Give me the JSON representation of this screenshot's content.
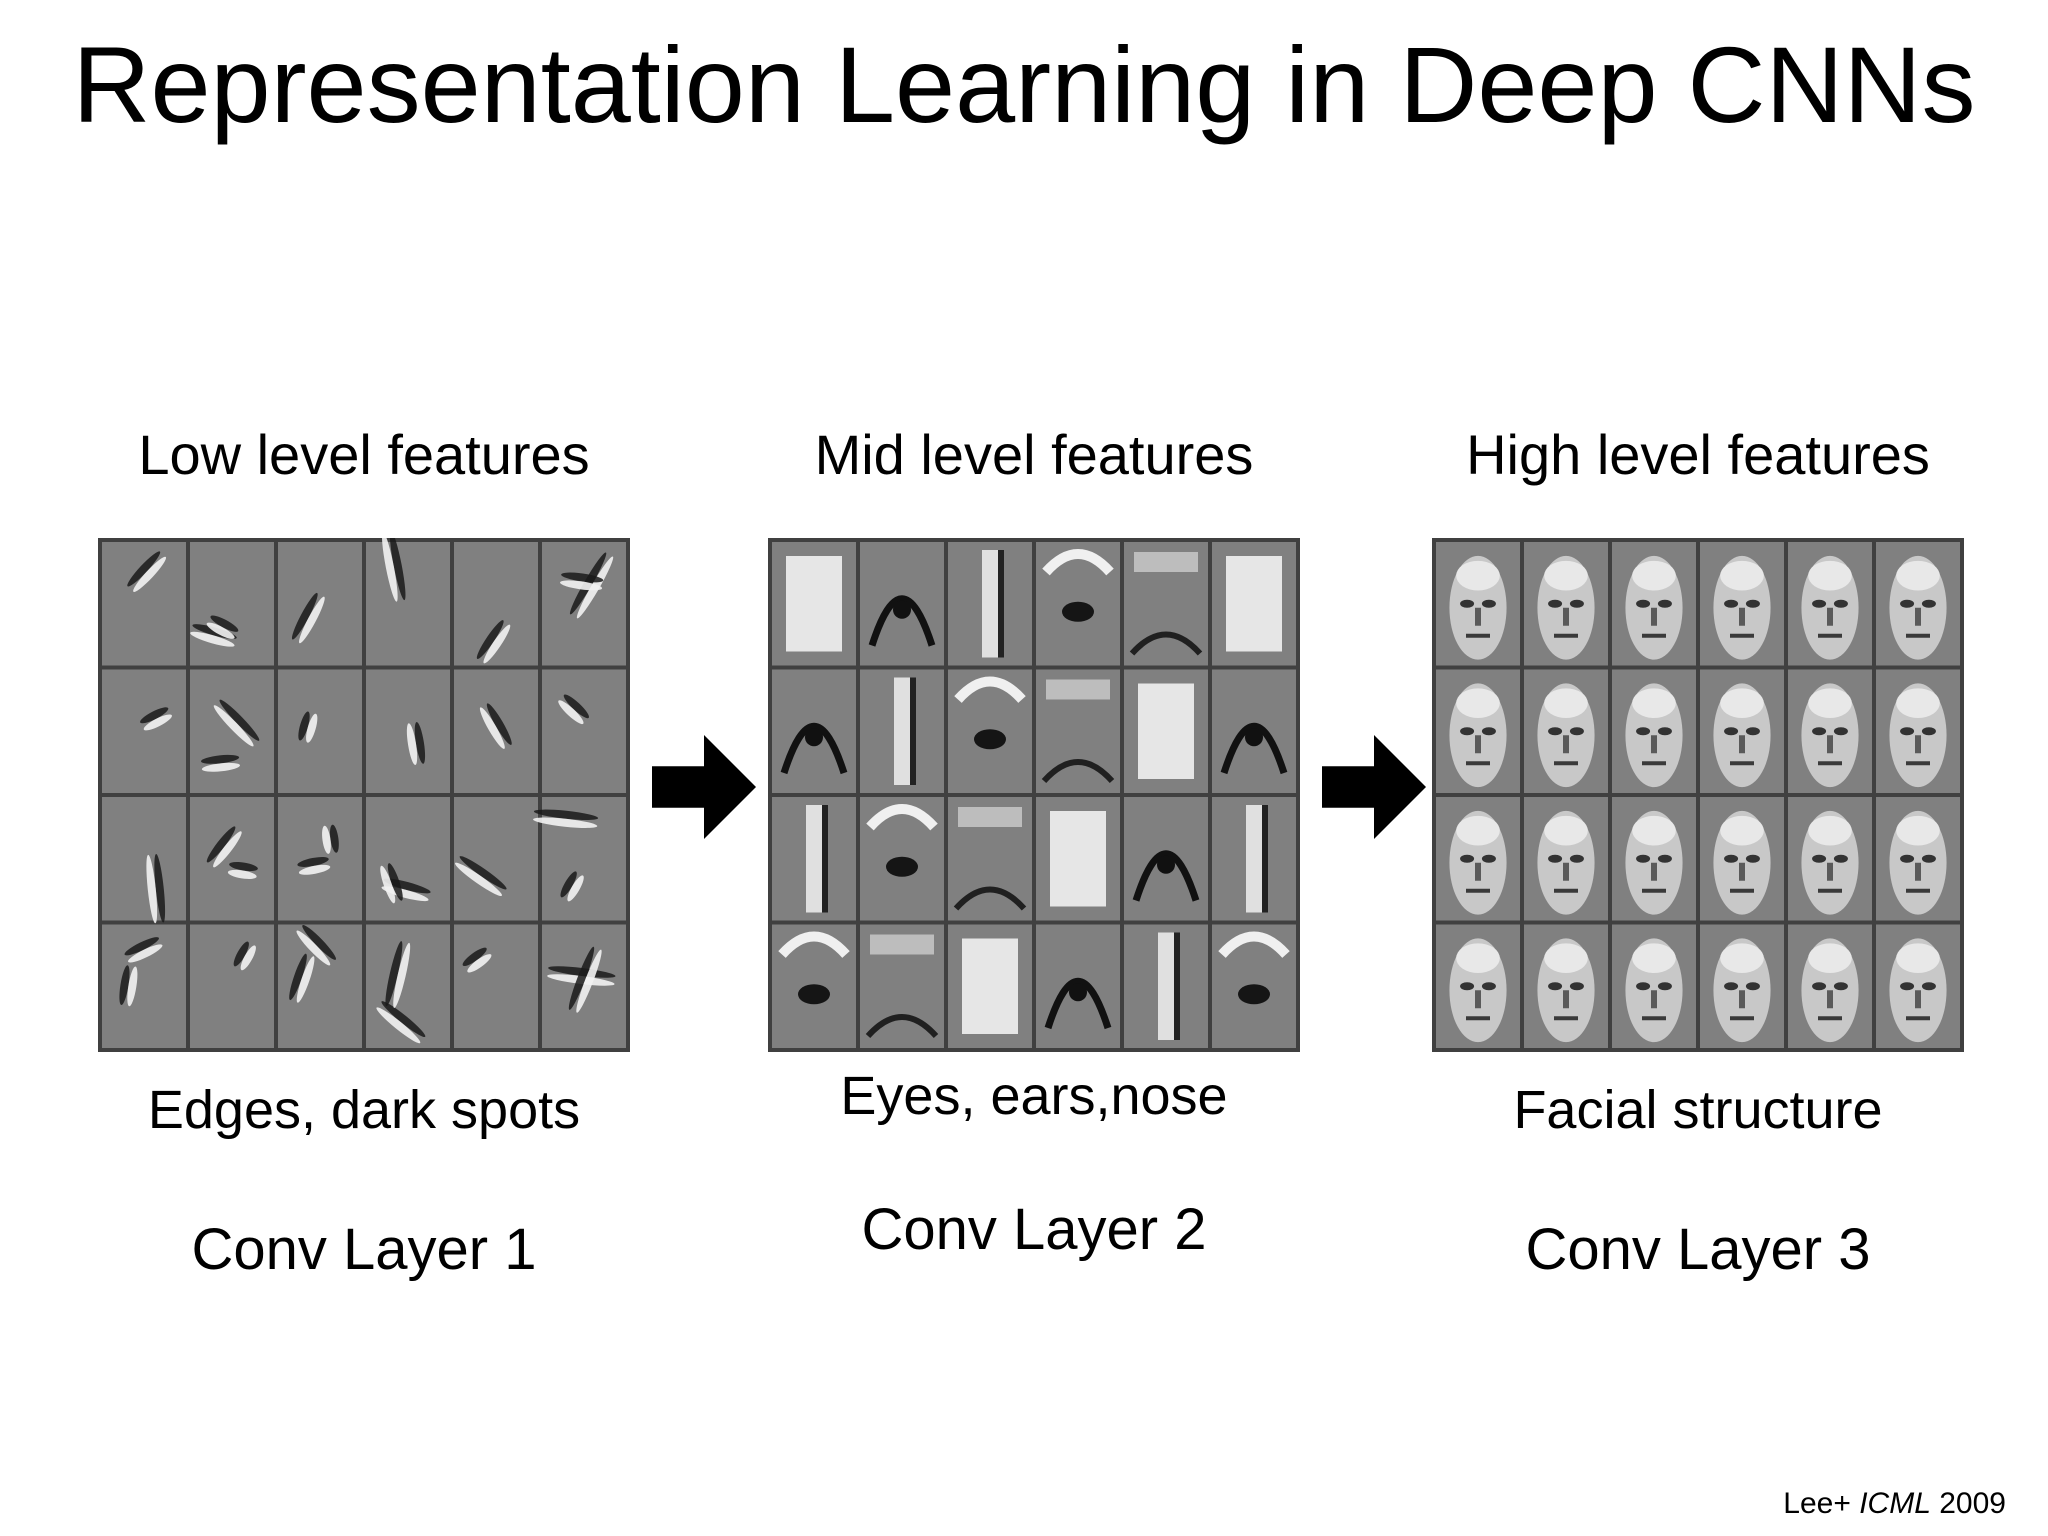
{
  "title": "Representation Learning in Deep CNNs",
  "columns": [
    {
      "feature_label": "Low level features",
      "description": "Edges, dark spots",
      "layer": "Conv Layer 1",
      "visualization": "grid of 24 small gabor-like edge filter images"
    },
    {
      "feature_label": "Mid level features",
      "description": "Eyes, ears,nose",
      "layer": "Conv Layer 2",
      "visualization": "grid of 24 face-part filter images"
    },
    {
      "feature_label": "High level features",
      "description": "Facial structure",
      "layer": "Conv Layer 3",
      "visualization": "grid of 24 whole-face filter images"
    }
  ],
  "arrows": [
    "right-arrow-icon",
    "right-arrow-icon"
  ],
  "citation": {
    "author": "Lee+",
    "venue": "ICML",
    "year": "2009"
  },
  "colors": {
    "background": "#ffffff",
    "text": "#000000",
    "grid_border": "#404040",
    "tile_base": "#808080"
  }
}
